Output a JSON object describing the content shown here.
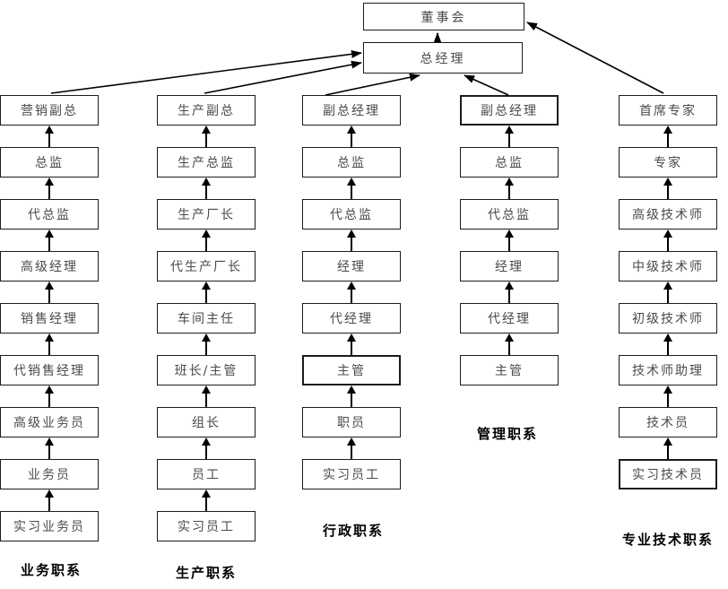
{
  "diagram": {
    "background_color": "#ffffff",
    "line_color": "#000000",
    "box_text_color": "#4a4a4a",
    "label_text_color": "#000000"
  },
  "top": {
    "board": "董事会",
    "general_manager": "总经理"
  },
  "columns": [
    {
      "label": "业务职系",
      "boxes": [
        "营销副总",
        "总监",
        "代总监",
        "高级经理",
        "销售经理",
        "代销售经理",
        "高级业务员",
        "业务员",
        "实习业务员"
      ]
    },
    {
      "label": "生产职系",
      "boxes": [
        "生产副总",
        "生产总监",
        "生产厂长",
        "代生产厂长",
        "车间主任",
        "班长/主管",
        "组长",
        "员工",
        "实习员工"
      ]
    },
    {
      "label": "行政职系",
      "boxes": [
        "副总经理",
        "总监",
        "代总监",
        "经理",
        "代经理",
        "主管",
        "职员",
        "实习员工"
      ],
      "thick_box_index": 5
    },
    {
      "label": "管理职系",
      "boxes": [
        "副总经理",
        "总监",
        "代总监",
        "经理",
        "代经理",
        "主管"
      ],
      "thick_box_index": 0
    },
    {
      "label": "专业技术职系",
      "boxes": [
        "首席专家",
        "专家",
        "高级技术师",
        "中级技术师",
        "初级技术师",
        "技术师助理",
        "技术员",
        "实习技术员"
      ],
      "thick_box_index": 7
    }
  ]
}
